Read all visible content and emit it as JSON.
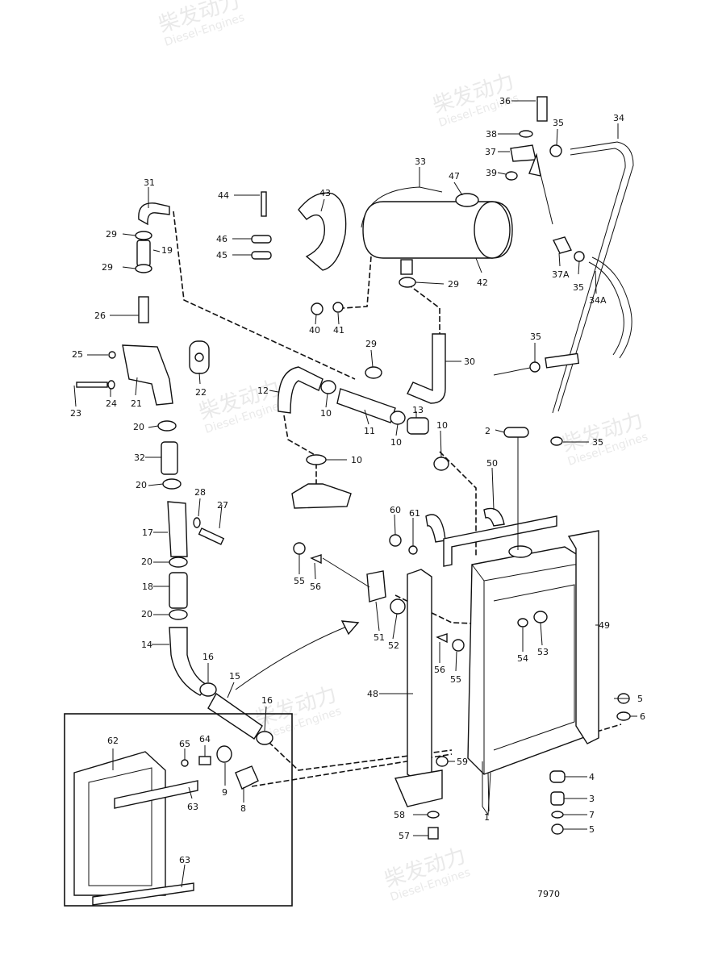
{
  "drawing_number": "7970",
  "watermark": {
    "brand_cn": "柴发动力",
    "brand_en": "Diesel-Engines"
  },
  "callouts": [
    {
      "id": "c1",
      "label": "1"
    },
    {
      "id": "c2",
      "label": "2"
    },
    {
      "id": "c3",
      "label": "3"
    },
    {
      "id": "c4",
      "label": "4"
    },
    {
      "id": "c5a",
      "label": "5"
    },
    {
      "id": "c5b",
      "label": "5"
    },
    {
      "id": "c6",
      "label": "6"
    },
    {
      "id": "c7",
      "label": "7"
    },
    {
      "id": "c8",
      "label": "8"
    },
    {
      "id": "c9",
      "label": "9"
    },
    {
      "id": "c10a",
      "label": "10"
    },
    {
      "id": "c10b",
      "label": "10"
    },
    {
      "id": "c10c",
      "label": "10"
    },
    {
      "id": "c10d",
      "label": "10"
    },
    {
      "id": "c11",
      "label": "11"
    },
    {
      "id": "c12",
      "label": "12"
    },
    {
      "id": "c13",
      "label": "13"
    },
    {
      "id": "c14",
      "label": "14"
    },
    {
      "id": "c15",
      "label": "15"
    },
    {
      "id": "c16a",
      "label": "16"
    },
    {
      "id": "c16b",
      "label": "16"
    },
    {
      "id": "c17",
      "label": "17"
    },
    {
      "id": "c18",
      "label": "18"
    },
    {
      "id": "c19",
      "label": "19"
    },
    {
      "id": "c20a",
      "label": "20"
    },
    {
      "id": "c20b",
      "label": "20"
    },
    {
      "id": "c20c",
      "label": "20"
    },
    {
      "id": "c20d",
      "label": "20"
    },
    {
      "id": "c21",
      "label": "21"
    },
    {
      "id": "c22",
      "label": "22"
    },
    {
      "id": "c23",
      "label": "23"
    },
    {
      "id": "c24",
      "label": "24"
    },
    {
      "id": "c25",
      "label": "25"
    },
    {
      "id": "c26",
      "label": "26"
    },
    {
      "id": "c27",
      "label": "27"
    },
    {
      "id": "c28",
      "label": "28"
    },
    {
      "id": "c29a",
      "label": "29"
    },
    {
      "id": "c29b",
      "label": "29"
    },
    {
      "id": "c29c",
      "label": "29"
    },
    {
      "id": "c29d",
      "label": "29"
    },
    {
      "id": "c30",
      "label": "30"
    },
    {
      "id": "c31",
      "label": "31"
    },
    {
      "id": "c32",
      "label": "32"
    },
    {
      "id": "c33",
      "label": "33"
    },
    {
      "id": "c34",
      "label": "34"
    },
    {
      "id": "c34a",
      "label": "34A"
    },
    {
      "id": "c35a",
      "label": "35"
    },
    {
      "id": "c35b",
      "label": "35"
    },
    {
      "id": "c35c",
      "label": "35"
    },
    {
      "id": "c35d",
      "label": "35"
    },
    {
      "id": "c36",
      "label": "36"
    },
    {
      "id": "c37",
      "label": "37"
    },
    {
      "id": "c37a",
      "label": "37A"
    },
    {
      "id": "c38",
      "label": "38"
    },
    {
      "id": "c39",
      "label": "39"
    },
    {
      "id": "c40",
      "label": "40"
    },
    {
      "id": "c41",
      "label": "41"
    },
    {
      "id": "c42",
      "label": "42"
    },
    {
      "id": "c43",
      "label": "43"
    },
    {
      "id": "c44",
      "label": "44"
    },
    {
      "id": "c45",
      "label": "45"
    },
    {
      "id": "c46",
      "label": "46"
    },
    {
      "id": "c47",
      "label": "47"
    },
    {
      "id": "c48",
      "label": "48"
    },
    {
      "id": "c49",
      "label": "49"
    },
    {
      "id": "c50",
      "label": "50"
    },
    {
      "id": "c51",
      "label": "51"
    },
    {
      "id": "c52",
      "label": "52"
    },
    {
      "id": "c53",
      "label": "53"
    },
    {
      "id": "c54",
      "label": "54"
    },
    {
      "id": "c55a",
      "label": "55"
    },
    {
      "id": "c55b",
      "label": "55"
    },
    {
      "id": "c56a",
      "label": "56"
    },
    {
      "id": "c56b",
      "label": "56"
    },
    {
      "id": "c57",
      "label": "57"
    },
    {
      "id": "c58",
      "label": "58"
    },
    {
      "id": "c59",
      "label": "59"
    },
    {
      "id": "c60",
      "label": "60"
    },
    {
      "id": "c61",
      "label": "61"
    },
    {
      "id": "c62",
      "label": "62"
    },
    {
      "id": "c63a",
      "label": "63"
    },
    {
      "id": "c63b",
      "label": "63"
    },
    {
      "id": "c64",
      "label": "64"
    },
    {
      "id": "c65",
      "label": "65"
    }
  ]
}
